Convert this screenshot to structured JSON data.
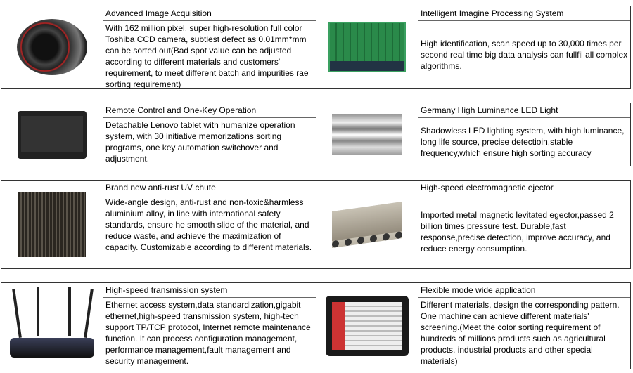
{
  "rows": [
    {
      "left": {
        "title": "Advanced Image Acquisition",
        "desc": "With 162 million pixel, super high-resolution full color Toshiba CCD camera, subtlest defect as 0.01mm*mm can be sorted out(Bad spot value can be adjusted according to different materials and customers' requirement, to meet different batch and impurities rae sorting requirement)",
        "image": "camera-lens"
      },
      "right": {
        "title": "Intelligent Imagine Processing System",
        "desc": "High identification, scan speed up to 30,000 times per second real time big data analysis can fullfil all complex algorithms.",
        "image": "circuit-board"
      }
    },
    {
      "left": {
        "title": "Remote Control and One-Key Operation",
        "desc": "Detachable Lenovo tablet with humanize operation system, with 30 initiative memorizations sorting programs, one key automation switchover and adjustment.",
        "image": "tablet"
      },
      "right": {
        "title": "Germany High Luminance LED Light",
        "desc": "Shadowless LED lighting system, with high luminance, long life source, precise detectioin,stable frequency,which ensure high sorting accuracy",
        "image": "led-light"
      }
    },
    {
      "left": {
        "title": "Brand new anti-rust UV chute",
        "desc": "Wide-angle design, anti-rust and non-toxic&harmless aluminium alloy, in line with international safety standards, ensure he smooth slide of the material, and reduce waste, and achieve the maximization of capacity. Customizable according to different materials.",
        "image": "chute"
      },
      "right": {
        "title": "High-speed electromagnetic ejector",
        "desc": "Imported metal magnetic levitated egector,passed 2 billion times pressure test. Durable,fast response,precise detection, improve accuracy, and reduce energy consumption.",
        "image": "ejector"
      }
    },
    {
      "left": {
        "title": "High-speed transmission system",
        "desc": "Ethernet access system,data standardization,gigabit ethernet,high-speed transmission system, high-tech support TP/TCP protocol, Internet remote maintenance function. It can process configuration management, performance management,fault management and security management.",
        "image": "router"
      },
      "right": {
        "title": "Flexible mode wide application",
        "desc": "Different materials, design the corresponding pattern. One machine can achieve different materials' screening.(Meet the color sorting requirement of hundreds of millions products such as agricultural products,  industrial products and other special materials)",
        "image": "touch-screen"
      }
    }
  ]
}
